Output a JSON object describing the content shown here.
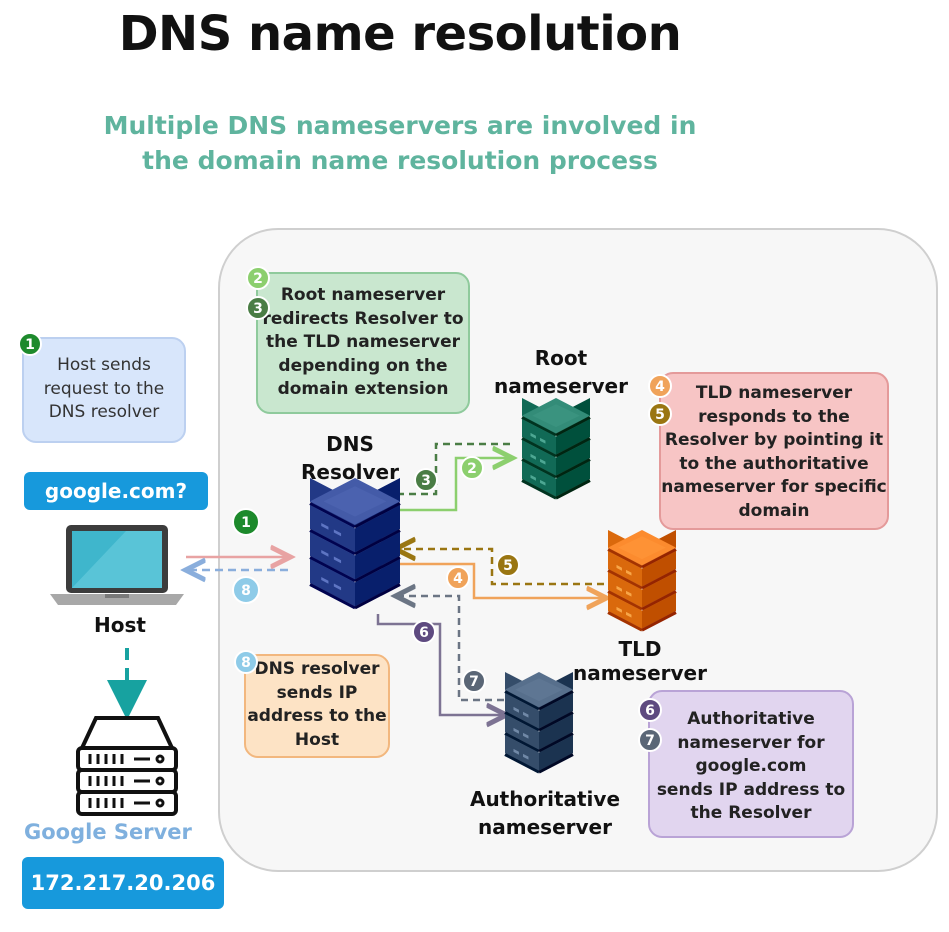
{
  "title": "DNS name resolution",
  "subtitle_lines": [
    "Multiple DNS nameservers are involved in",
    "the domain name resolution process"
  ],
  "host_note": {
    "lines": [
      "Host sends",
      "request to the",
      "DNS resolver"
    ],
    "badge": "1"
  },
  "root_note": {
    "lines": [
      "Root nameserver",
      "redirects Resolver to",
      "the TLD nameserver",
      "depending on the",
      "domain extension"
    ],
    "badges": [
      "2",
      "3"
    ]
  },
  "tld_note": {
    "lines": [
      "TLD nameserver",
      "responds to the",
      "Resolver by pointing it",
      "to the authoritative",
      "nameserver for specific",
      "domain"
    ],
    "badges": [
      "4",
      "5"
    ]
  },
  "resolver_note": {
    "lines": [
      "DNS resolver",
      "sends IP",
      "address to the",
      "Host"
    ],
    "badge": "8"
  },
  "auth_note": {
    "lines": [
      "Authoritative",
      "nameserver for",
      "google.com",
      "sends IP address to",
      "the Resolver"
    ],
    "badges": [
      "6",
      "7"
    ]
  },
  "labels": {
    "root": [
      "Root",
      "nameserver"
    ],
    "resolver": [
      "DNS",
      "Resolver"
    ],
    "tld": "TLD nameserver",
    "auth": [
      "Authoritative",
      "nameserver"
    ],
    "host": "Host",
    "google_server": "Google Server"
  },
  "query_pill": "google.com?",
  "ip_pill": "172.217.20.206",
  "step_badges": {
    "s1": "1",
    "s2": "2",
    "s3": "3",
    "s4": "4",
    "s5": "5",
    "s6": "6",
    "s7": "7",
    "s8": "8"
  },
  "colors": {
    "step1": "#1d8a2c",
    "step2": "#8ccf6e",
    "step3": "#4a7d45",
    "step4": "#f0a35a",
    "step5": "#9a7612",
    "step6": "#5e4a80",
    "step7": "#5a6676",
    "step8": "#8ecbe8",
    "resolver_server": "#283f8c",
    "root_server": "#17705c",
    "tld_server": "#e06f12",
    "auth_server": "#3b5370",
    "accent_blue": "#1799dc",
    "subtitle": "#5fb49e"
  }
}
